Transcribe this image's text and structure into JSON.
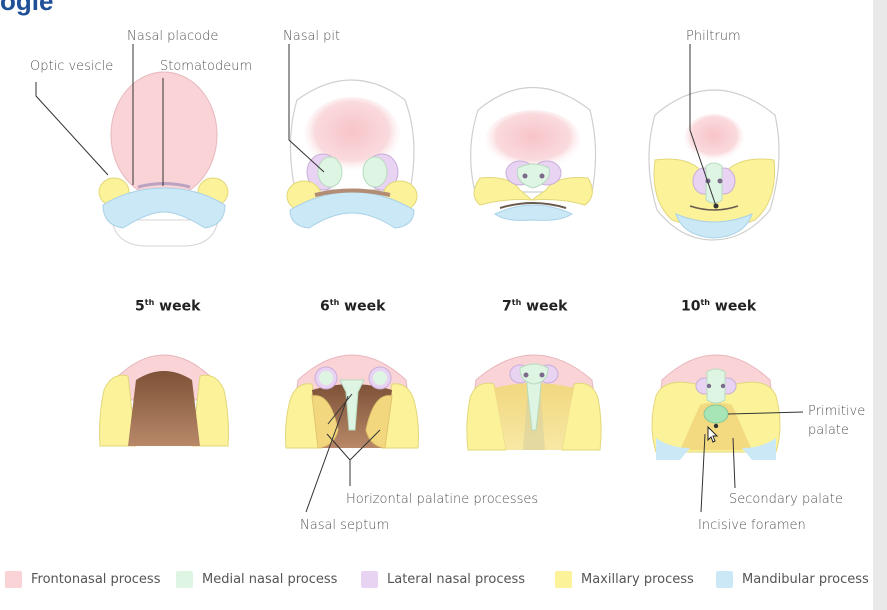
{
  "title": "ogie",
  "labels": {
    "optic_vesicle": "Optic vesicle",
    "nasal_placode": "Nasal placode",
    "stomatodeum": "Stomatodeum",
    "nasal_pit": "Nasal pit",
    "philtrum": "Philtrum",
    "horizontal_palatine": "Horizontal palatine processes",
    "nasal_septum": "Nasal septum",
    "primitive_palate_1": "Primitive",
    "primitive_palate_2": "palate",
    "secondary_palate": "Secondary palate",
    "incisive_foramen": "Incisive foramen"
  },
  "weeks": [
    {
      "num": "5",
      "sup": "th",
      "text": " week"
    },
    {
      "num": "6",
      "sup": "th",
      "text": " week"
    },
    {
      "num": "7",
      "sup": "th",
      "text": " week"
    },
    {
      "num": "10",
      "sup": "th",
      "text": " week"
    }
  ],
  "legend": [
    {
      "label": "Frontonasal process",
      "color": "#f9d3d6"
    },
    {
      "label": "Medial nasal process",
      "color": "#dff5e4"
    },
    {
      "label": "Lateral nasal process",
      "color": "#e9d3f3"
    },
    {
      "label": "Maxillary process",
      "color": "#fbf29a"
    },
    {
      "label": "Mandibular process",
      "color": "#cbe8f6"
    }
  ],
  "colors": {
    "frontonasal": "#f9d3d6",
    "medial_nasal": "#dff5e4",
    "lateral_nasal": "#e9d3f3",
    "maxillary": "#fbf29a",
    "mandibular": "#cbe8f6",
    "title": "#1f4f96"
  }
}
